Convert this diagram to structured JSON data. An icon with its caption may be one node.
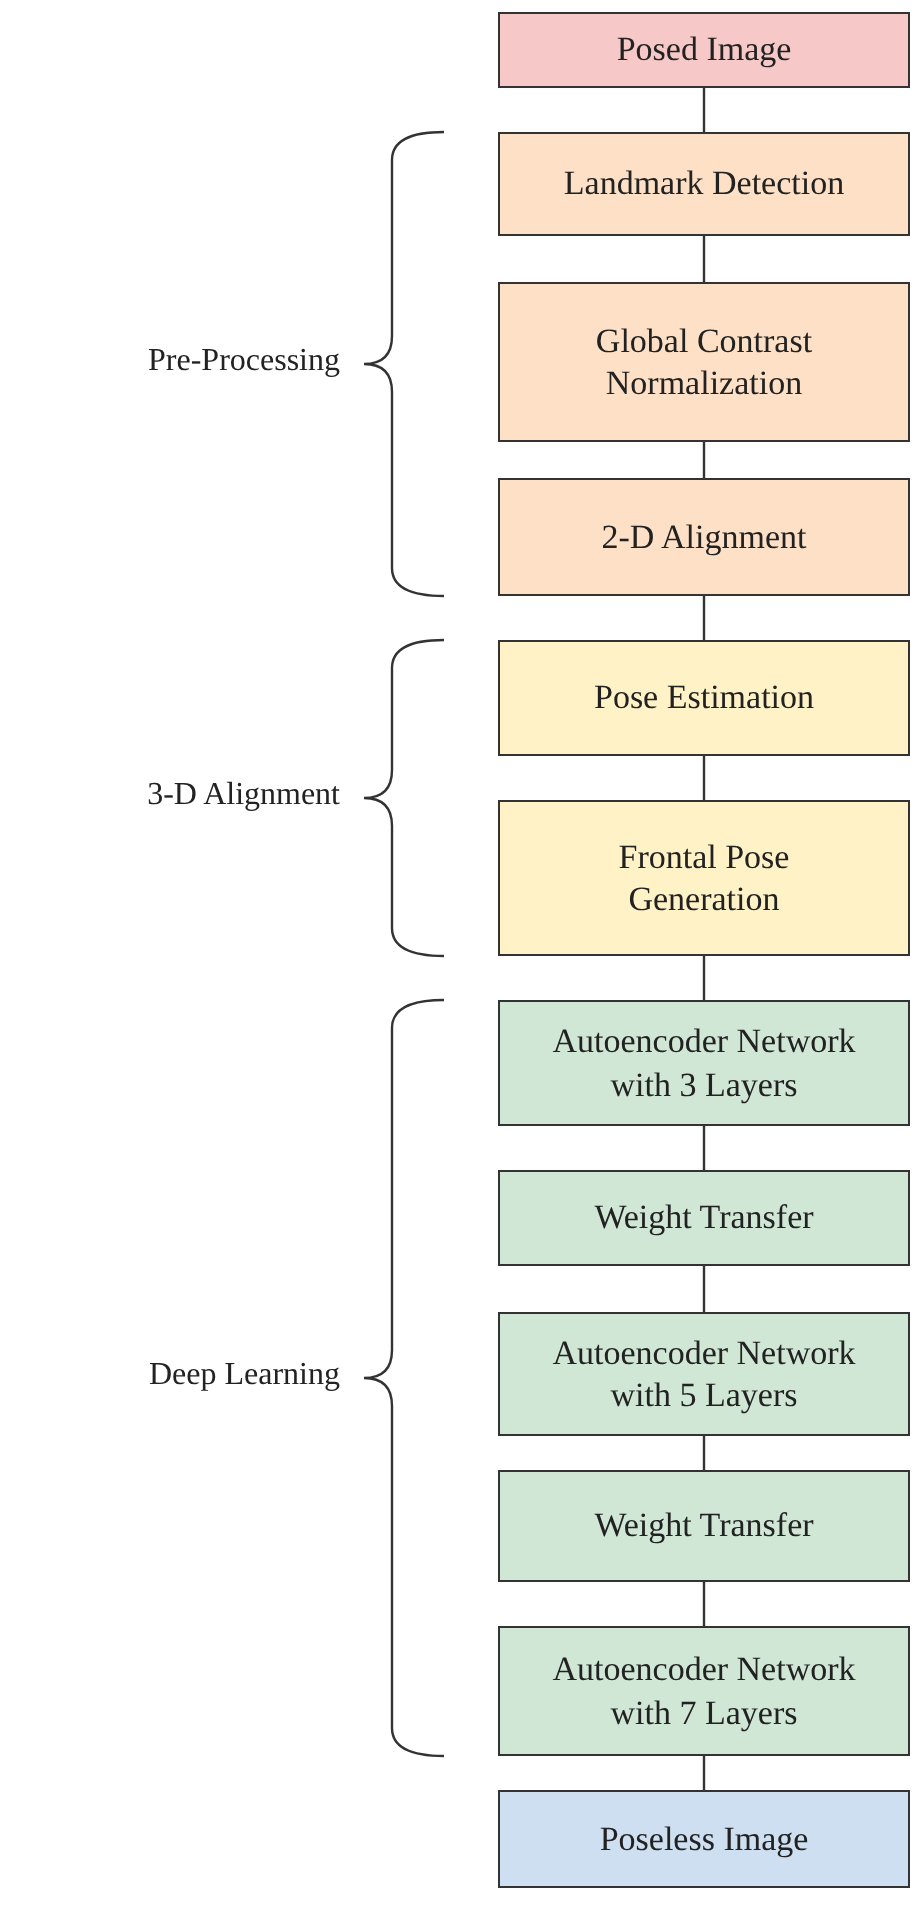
{
  "diagram": {
    "nodes": [
      {
        "text": [
          "Posed Image"
        ]
      },
      {
        "text": [
          "Landmark Detection"
        ]
      },
      {
        "text": [
          "Global Contrast Normalization"
        ]
      },
      {
        "text": [
          "2-D Alignment"
        ]
      },
      {
        "text": [
          "Pose Estimation"
        ]
      },
      {
        "text": [
          "Frontal Pose Generation"
        ]
      },
      {
        "text": [
          "Autoencoder Network with 3 Layers"
        ]
      },
      {
        "text": [
          "Weight Transfer"
        ]
      },
      {
        "text": [
          "Autoencoder Network with 5 Layers"
        ]
      },
      {
        "text": [
          "Weight Transfer"
        ]
      },
      {
        "text": [
          "Autoencoder Network with 7 Layers"
        ]
      },
      {
        "text": [
          "Poseless Image"
        ]
      }
    ],
    "edges": [
      {
        "from": 0,
        "to": 1,
        "arrow": "none"
      },
      {
        "from": 1,
        "to": 2,
        "arrow": "none"
      },
      {
        "from": 2,
        "to": 3,
        "arrow": "none"
      },
      {
        "from": 3,
        "to": 4,
        "arrow": "none"
      },
      {
        "from": 4,
        "to": 5,
        "arrow": "none"
      },
      {
        "from": 5,
        "to": 6,
        "arrow": "none"
      },
      {
        "from": 6,
        "to": 7,
        "arrow": "none"
      },
      {
        "from": 7,
        "to": 8,
        "arrow": "none"
      },
      {
        "from": 8,
        "to": 9,
        "arrow": "none"
      },
      {
        "from": 9,
        "to": 10,
        "arrow": "none"
      },
      {
        "from": 10,
        "to": 11,
        "arrow": "none"
      }
    ],
    "labels": [
      "Pre-Processing",
      "3-D Alignment",
      "Deep Learning"
    ]
  }
}
